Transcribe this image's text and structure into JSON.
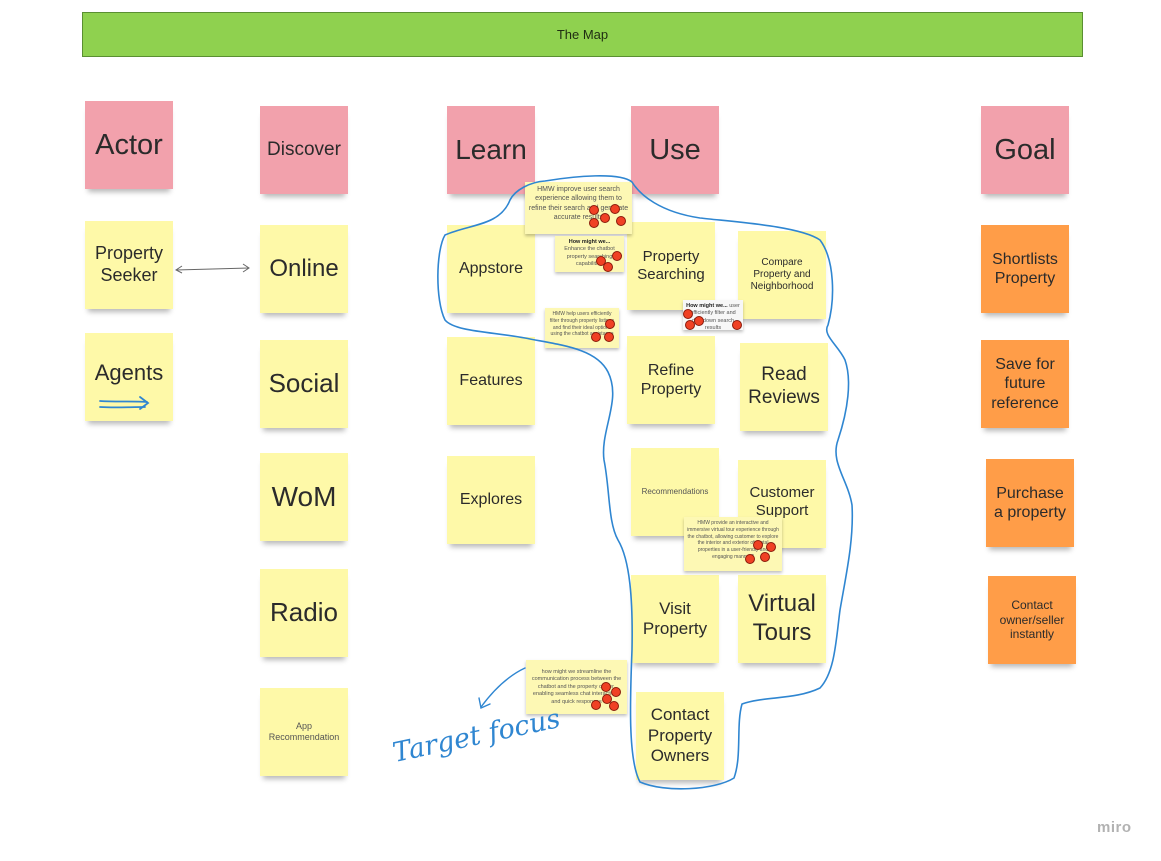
{
  "banner": {
    "title": "The Map"
  },
  "headers": {
    "actor": "Actor",
    "discover": "Discover",
    "learn": "Learn",
    "use": "Use",
    "goal": "Goal"
  },
  "actors": [
    "Property Seeker",
    "Agents"
  ],
  "discover": [
    "Online",
    "Social",
    "WoM",
    "Radio",
    "App Recommendation"
  ],
  "learn": [
    "Appstore",
    "Features",
    "Explores"
  ],
  "use": {
    "property_searching": "Property Searching",
    "compare": "Compare Property and Neighborhood",
    "refine": "Refine Property",
    "read_reviews": "Read Reviews",
    "recommendations": "Recommendations",
    "customer_support": "Customer Support",
    "visit": "Visit Property",
    "virtual_tours": "Virtual Tours",
    "contact_owners": "Contact Property Owners"
  },
  "goals": [
    "Shortlists Property",
    "Save for future reference",
    "Purchase a property",
    "Contact owner/seller instantly"
  ],
  "hmw": {
    "search": "HMW improve user search experience allowing them to refine their search and generate accurate results",
    "chatbot_bold": "How might we...",
    "chatbot": "Enhance the chatbot property searching capabilities",
    "filter": "HMW help users efficiently filter through property listings and find their ideal options using the chatbot assistance",
    "dropdown_bold": "How might we...",
    "dropdown": "user efficiently filter and dropdown search results",
    "tour": "HMW provide an interactive and immersive virtual tour experience through the chatbot, allowing customer to explore the interior and exterior of rental properties in a user-friendly and engaging manner?",
    "communication": "how might we streamline the communication process between the chatbot and the property owner, enabling seamless chat interactions and quick responses"
  },
  "annotation": {
    "target_focus": "Target focus"
  },
  "brand": "miro",
  "colors": {
    "banner": "#8fd14f",
    "header_note": "#f2a1ac",
    "sticky_note": "#fef9a8",
    "goal_note": "#ff9d48",
    "vote_dot": "#f04124",
    "marker": "#2f86d1"
  }
}
